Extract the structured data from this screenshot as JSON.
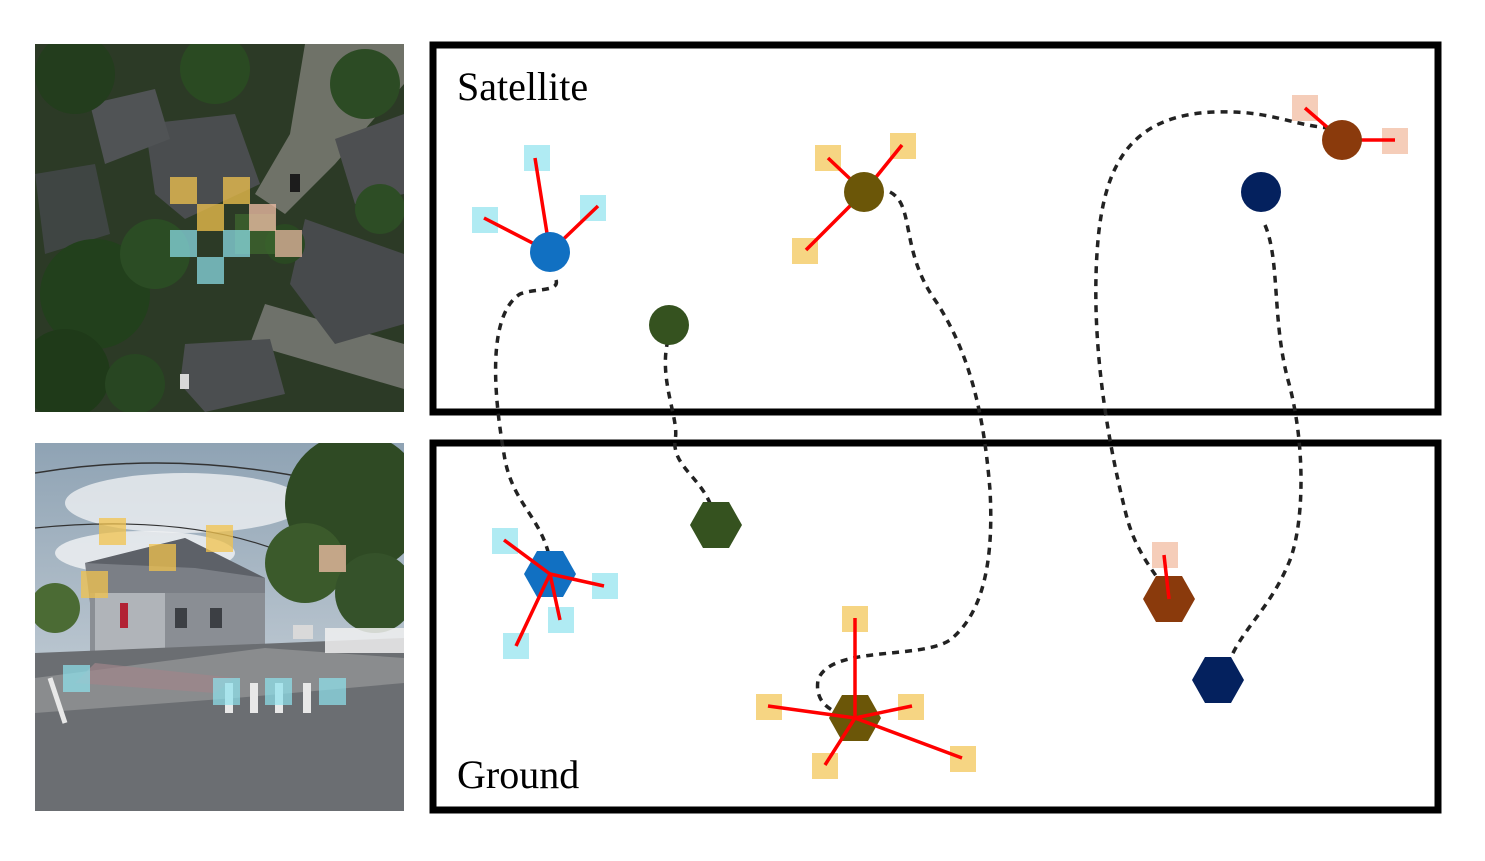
{
  "panels": {
    "satellite_label": "Satellite",
    "ground_label": "Ground"
  },
  "images": {
    "satellite": "satellite-aerial-photo",
    "ground": "street-view-panorama-photo"
  },
  "colors": {
    "cyan_patch": "#8fe3ee",
    "yellow_patch": "#f2c34e",
    "peach_patch": "#f3c0a8",
    "edge_red": "#ff0000",
    "link_dash": "#222222",
    "node_blue": "#1170c2",
    "node_green": "#35521f",
    "node_olive": "#6b5608",
    "node_brown": "#8a3a0c",
    "node_navy": "#04215e",
    "frame": "#000000"
  },
  "nodes": [
    {
      "id": "blue",
      "satellite_shape": "circle",
      "ground_shape": "hexagon",
      "color_key": "node_blue"
    },
    {
      "id": "green",
      "satellite_shape": "circle",
      "ground_shape": "hexagon",
      "color_key": "node_green"
    },
    {
      "id": "olive",
      "satellite_shape": "circle",
      "ground_shape": "hexagon",
      "color_key": "node_olive"
    },
    {
      "id": "brown",
      "satellite_shape": "circle",
      "ground_shape": "hexagon",
      "color_key": "node_brown"
    },
    {
      "id": "navy",
      "satellite_shape": "circle",
      "ground_shape": "hexagon",
      "color_key": "node_navy"
    }
  ]
}
